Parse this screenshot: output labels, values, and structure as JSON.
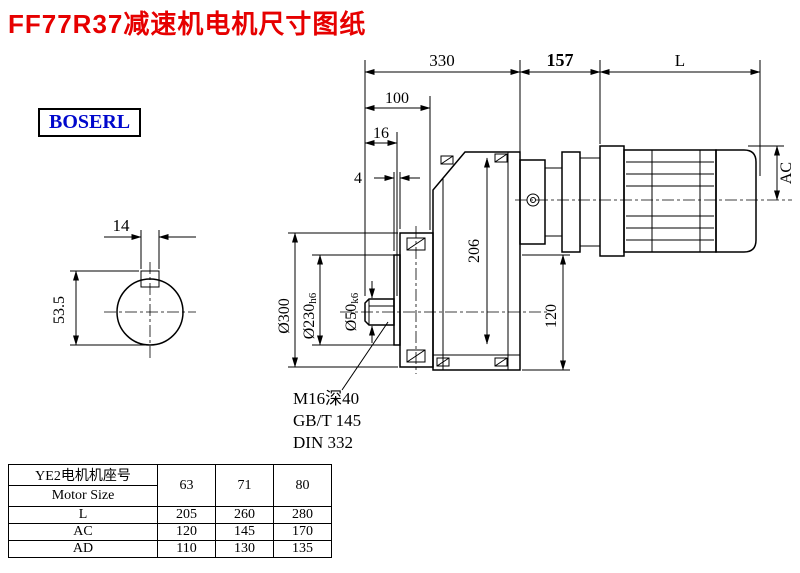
{
  "page": {
    "title": "FF77R37减速机电机尺寸图纸",
    "brand": "BOSERL"
  },
  "colors": {
    "title_red": "#e60000",
    "brand_blue": "#0008cc",
    "line_black": "#000000"
  },
  "drawing": {
    "dims": {
      "len330": "330",
      "len157": "157",
      "lenL": "L",
      "len100": "100",
      "len16": "16",
      "len4": "4",
      "ac": "AC",
      "h206": "206",
      "h120": "120",
      "dia300": "Ø300",
      "dia230": "Ø230",
      "dia230_tol": "h6",
      "dia50": "Ø50",
      "dia50_tol": "k6",
      "key14": "14",
      "key53_5": "53.5"
    },
    "notes": {
      "tap": "M16深40",
      "gb": "GB/T 145",
      "din": "DIN 332"
    }
  },
  "table": {
    "header": {
      "row1": "YE2电机机座号",
      "row2": "Motor Size",
      "sizes": [
        "63",
        "71",
        "80"
      ]
    },
    "rows": [
      {
        "label": "L",
        "values": [
          "205",
          "260",
          "280"
        ]
      },
      {
        "label": "AC",
        "values": [
          "120",
          "145",
          "170"
        ]
      },
      {
        "label": "AD",
        "values": [
          "110",
          "130",
          "135"
        ]
      }
    ]
  }
}
